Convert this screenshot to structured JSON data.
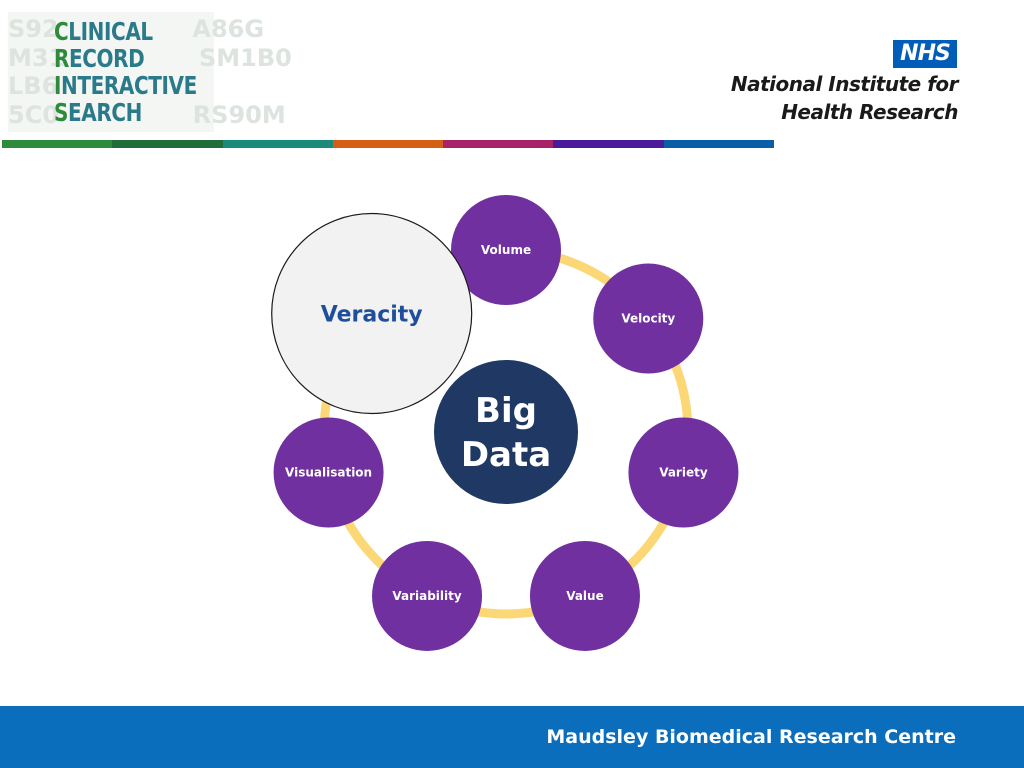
{
  "logo_left": {
    "words": [
      "CLINICAL",
      "RECORD",
      "INTERACTIVE",
      "SEARCH"
    ],
    "background_codes": [
      "S92",
      "A86G",
      "M31",
      "SM1B0",
      "LB6",
      "5C0",
      "RS90M"
    ],
    "colors": {
      "initial": "#2e8b3c",
      "word": "#2a7a8a",
      "background_text": "#dde3de"
    }
  },
  "logo_right": {
    "badge": "NHS",
    "line1": "National Institute for",
    "line2": "Health Research",
    "badge_color": "#005eb8"
  },
  "stripe_colors": [
    "#2e8b3c",
    "#1f6e3a",
    "#1a8a7a",
    "#d35f14",
    "#a8226a",
    "#4a1a9a",
    "#0a5ea8"
  ],
  "diagram": {
    "center_label_line1": "Big",
    "center_label_line2": "Data",
    "highlighted": "Veracity",
    "nodes": [
      "Volume",
      "Velocity",
      "Variety",
      "Value",
      "Variability",
      "Visualisation",
      "Veracity"
    ],
    "colors": {
      "node": "#7030a0",
      "center": "#1f3864",
      "ring": "#fbd775",
      "highlight_fill": "#f2f2f2",
      "highlight_text": "#1f4e9b"
    }
  },
  "footer": {
    "text": "Maudsley Biomedical Research Centre",
    "color": "#0a6ebd"
  }
}
